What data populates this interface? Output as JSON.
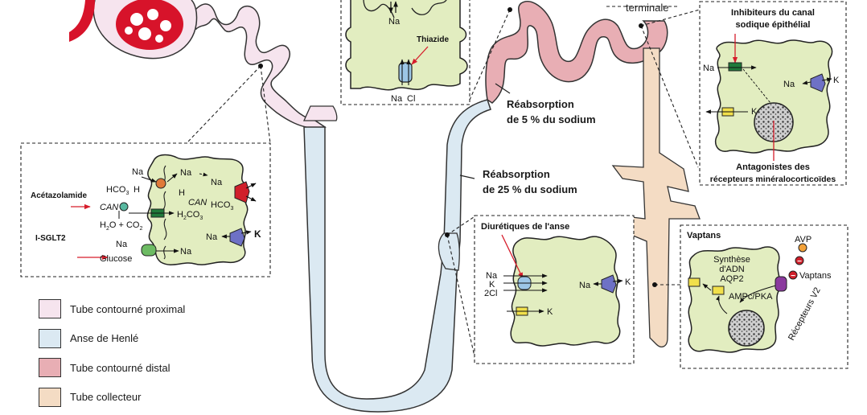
{
  "colors": {
    "proximal": "#f6e4ee",
    "henle": "#dbe9f2",
    "distal": "#e8aeb4",
    "collecteur": "#f4dcc4",
    "cell": "#e2edc0",
    "glomerulus": "#d7132a",
    "channel_green": "#1f7a3a",
    "channel_yellow": "#f1e04b",
    "channel_blue": "#6e71c6",
    "channel_red": "#d01f2a",
    "channel_purple": "#8b3a9e",
    "avp_orange": "#f3a23a",
    "arrow_red": "#d61d2b"
  },
  "labels": {
    "terminale": "terminale",
    "reab5_line1": "Réabsorption",
    "reab5_line2": "de 5 % du sodium",
    "reab25_line1": "Réabsorption",
    "reab25_line2": "de 25 % du sodium"
  },
  "thiazide_box": {
    "na_top": "Na",
    "drug": "Thiazide",
    "na_bottom": "Na",
    "cl_bottom": "Cl"
  },
  "proximal_box": {
    "acetazolamide": "Acétazolamide",
    "isglt2": "I-SGLT2",
    "na1": "Na",
    "na2": "Na",
    "na3": "Na",
    "na4": "Na",
    "na5": "Na",
    "na6": "Na",
    "hco3": "HCO",
    "hco3_sub": "3",
    "h1": "H",
    "h2": "H",
    "can1": "CAN",
    "can2": "CAN",
    "h2co3": "H",
    "h2co3_sub1": "2",
    "h2co3_rest": "CO",
    "h2co3_sub2": "3",
    "hco3b": "HCO",
    "hco3b_sub": "3",
    "h2o_co2": "H",
    "h2o_co2_sub": "2",
    "h2o_co2_rest": "O + CO",
    "h2o_co2_sub2": "2",
    "glucose": "Glucose",
    "k": "K"
  },
  "collect_box": {
    "title_line1": "Inhibiteurs du canal",
    "title_line2": "sodique épithélial",
    "na1": "Na",
    "na2": "Na",
    "k1": "K",
    "k2": "K",
    "ant_line1": "Antagonistes des",
    "ant_line2": "récepteurs minéralocorticoïdes"
  },
  "loop_box": {
    "title": "Diurétiques de l'anse",
    "na1": "Na",
    "k1": "K",
    "cl": "2Cl",
    "na2": "Na",
    "k2": "K",
    "k3": "K"
  },
  "vaptans_box": {
    "title": "Vaptans",
    "avp": "AVP",
    "vaptans": "Vaptans",
    "synthese1": "Synthèse",
    "synthese2": "d'ADN",
    "aqp2": "AQP2",
    "ampc": "AMPc/PKA",
    "recepteurs": "Récepteurs V2",
    "minus": "−"
  },
  "legend": [
    {
      "label": "Tube contourné proximal",
      "color": "#f6e4ee"
    },
    {
      "label": "Anse de Henlé",
      "color": "#dbe9f2"
    },
    {
      "label": "Tube contourné distal",
      "color": "#e8aeb4"
    },
    {
      "label": "Tube collecteur",
      "color": "#f4dcc4"
    }
  ]
}
